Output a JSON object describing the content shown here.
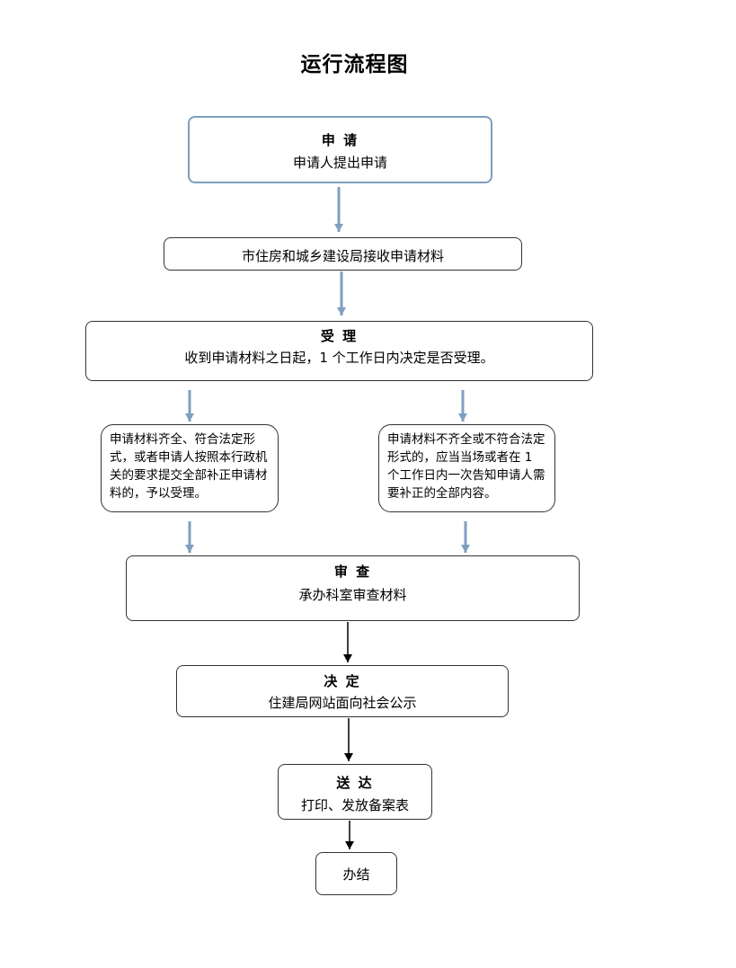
{
  "title": "运行流程图",
  "steps": {
    "apply": {
      "head": "申 请",
      "body": "申请人提出申请"
    },
    "receive": {
      "body": "市住房和城乡建设局接收申请材料"
    },
    "accept": {
      "head": "受 理",
      "body": "收到申请材料之日起，1 个工作日内决定是否受理。"
    },
    "branch_yes": "申请材料齐全、符合法定形式，或者申请人按照本行政机关的要求提交全部补正申请材料的，予以受理。",
    "branch_no": "申请材料不齐全或不符合法定形式的，应当当场或者在 1 个工作日内一次告知申请人需要补正的全部内容。",
    "review": {
      "head": "审 查",
      "body": "承办科室审查材料"
    },
    "decide": {
      "head": "决 定",
      "body": "住建局网站面向社会公示"
    },
    "deliver": {
      "head": "送 达",
      "body": "打印、发放备案表"
    },
    "finish": {
      "body": "办结"
    }
  },
  "colors": {
    "arrow_blue": "#7f9fbf",
    "arrow_black": "#000000",
    "border": "#333333"
  }
}
